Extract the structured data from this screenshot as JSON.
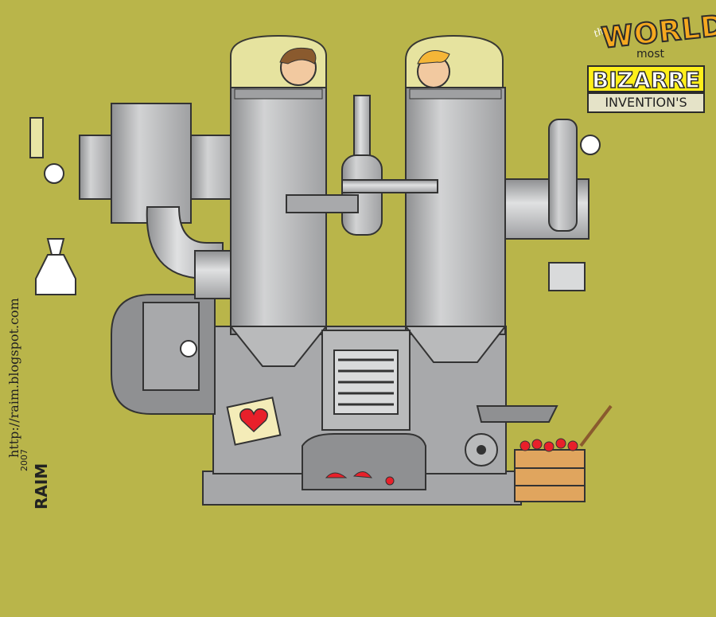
{
  "logo": {
    "the": "the",
    "world": "WORLD",
    "most": "most",
    "bizarre": "BIZARRE",
    "inventions": "INVENTION'S"
  },
  "credit": {
    "url": "http://raim.blogspot.com",
    "signature": "RAIM",
    "year": "2007"
  },
  "colors": {
    "background": "#b9b54a",
    "machine": "#b9babb",
    "machine_dark": "#8f9092",
    "glass": "#e9e6a4",
    "heart": "#e8202a",
    "crate": "#e0a55e"
  }
}
